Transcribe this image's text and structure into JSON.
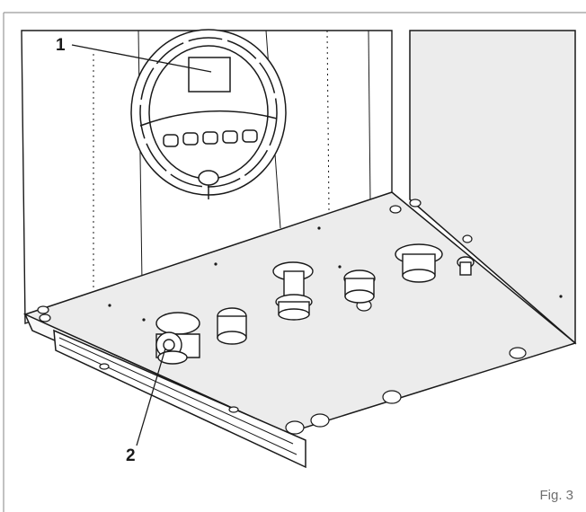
{
  "figure": {
    "caption": "Fig. 3",
    "callouts": [
      {
        "label": "1",
        "target": "control-panel"
      },
      {
        "label": "2",
        "target": "gas-connection"
      }
    ]
  },
  "colors": {
    "line": "#1a1a1a",
    "panel": "#ececec",
    "frame": "#9a9a9a",
    "caption": "#6e6e6e"
  }
}
